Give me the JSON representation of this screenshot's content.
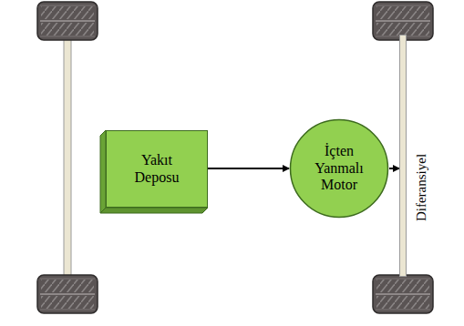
{
  "diagram": {
    "nodes": [
      {
        "text": [
          "Yakıt Deposu"
        ]
      },
      {
        "text": [
          "İçten Yanmalı Motor"
        ]
      },
      {
        "text": [
          "Diferansiyel"
        ]
      }
    ],
    "edges": [
      {
        "from": 0,
        "to": 1,
        "arrow": "to"
      },
      {
        "from": 1,
        "to": 2,
        "arrow": "to"
      }
    ]
  }
}
